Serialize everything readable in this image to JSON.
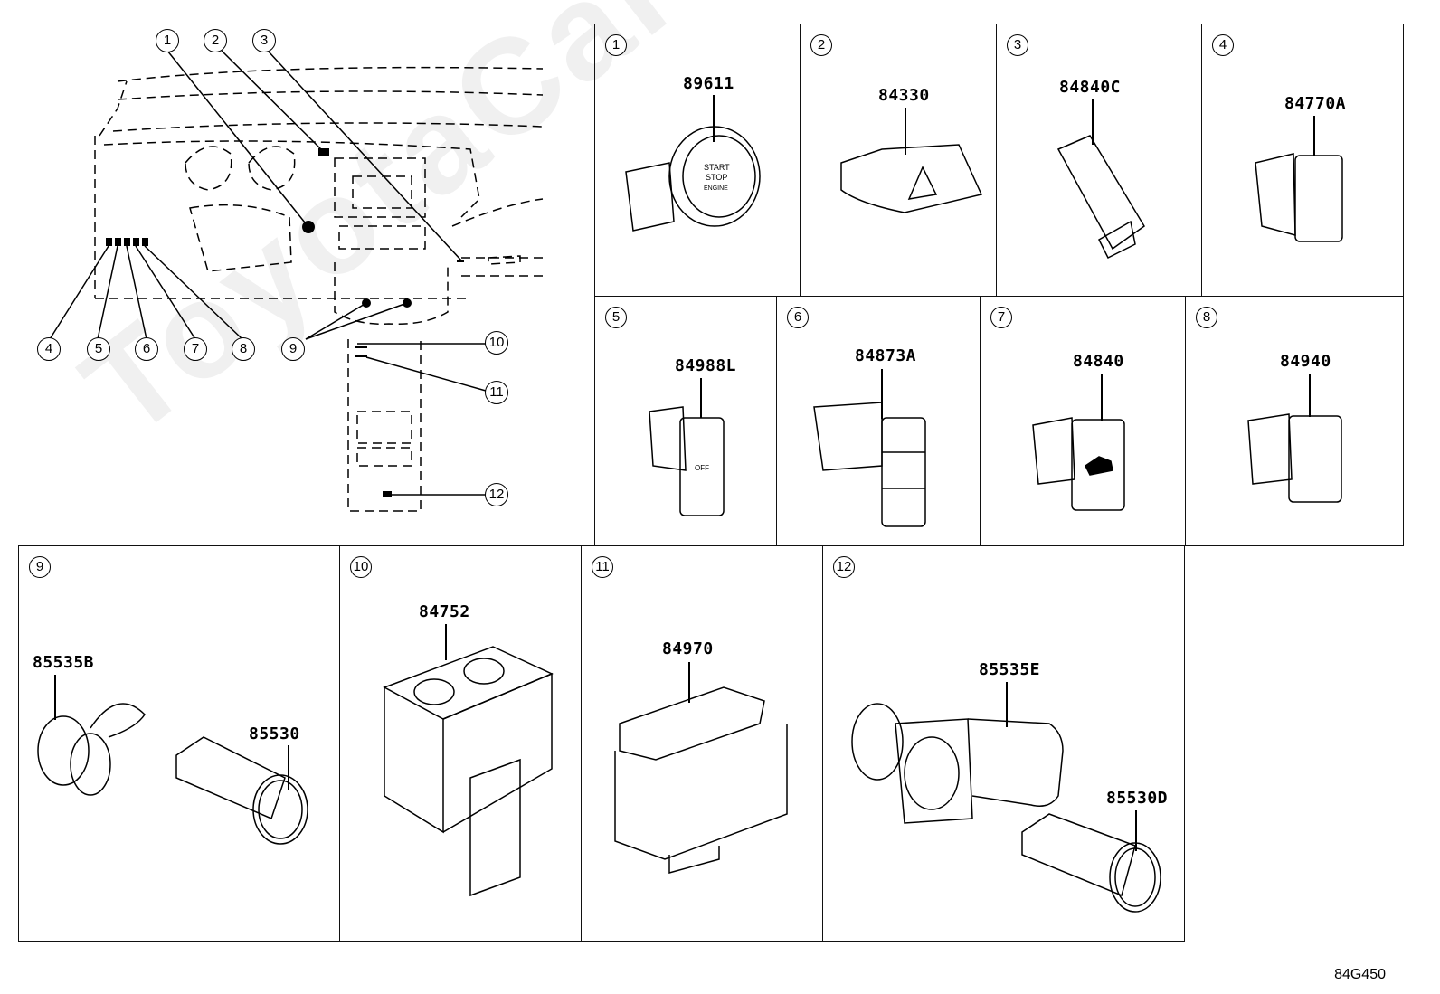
{
  "diagram": {
    "title_code": "84G450",
    "watermark": "ToyotaCarMine.ru",
    "overview": {
      "callouts": [
        "1",
        "2",
        "3",
        "4",
        "5",
        "6",
        "7",
        "8",
        "9",
        "10",
        "11",
        "12"
      ]
    },
    "panels": [
      {
        "index": "1",
        "parts": [
          {
            "number": "89611",
            "desc": "START STOP ENGINE push switch"
          }
        ]
      },
      {
        "index": "2",
        "parts": [
          {
            "number": "84330",
            "desc": "hazard warning switch"
          }
        ]
      },
      {
        "index": "3",
        "parts": [
          {
            "number": "84840C"
          }
        ]
      },
      {
        "index": "4",
        "parts": [
          {
            "number": "84770A"
          }
        ]
      },
      {
        "index": "5",
        "parts": [
          {
            "number": "84988L",
            "desc": "VSC OFF switch"
          }
        ]
      },
      {
        "index": "6",
        "parts": [
          {
            "number": "84873A"
          }
        ]
      },
      {
        "index": "7",
        "parts": [
          {
            "number": "84840"
          }
        ]
      },
      {
        "index": "8",
        "parts": [
          {
            "number": "84940"
          }
        ]
      },
      {
        "index": "9",
        "parts": [
          {
            "number": "85535B"
          },
          {
            "number": "85530"
          }
        ]
      },
      {
        "index": "10",
        "parts": [
          {
            "number": "84752"
          }
        ]
      },
      {
        "index": "11",
        "parts": [
          {
            "number": "84970"
          }
        ]
      },
      {
        "index": "12",
        "parts": [
          {
            "number": "85535E"
          },
          {
            "number": "85530D"
          }
        ]
      }
    ],
    "switch_labels": {
      "start_stop": [
        "START",
        "STOP",
        "ENGINE"
      ],
      "vsc": "OFF"
    }
  }
}
